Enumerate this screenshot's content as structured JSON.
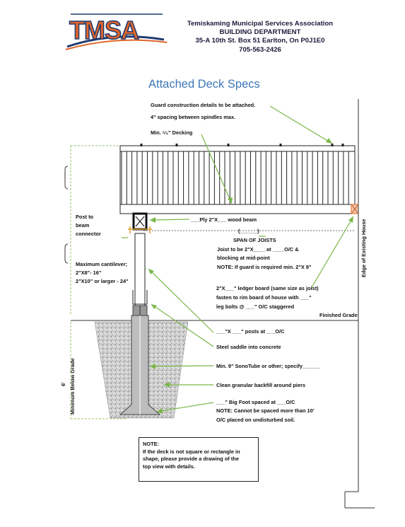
{
  "logo": {
    "text": "TMSA"
  },
  "org": {
    "line1": "Temiskaming Municipal Services Association",
    "line2": "BUILDING DEPARTMENT",
    "line3": "35-A 10th St. Box 51 Earlton, On P0J1E0",
    "line4": "705-563-2426"
  },
  "title": "Attached Deck Specs",
  "labels": {
    "guard": "Guard construction details to be attached.",
    "spindles": "4\" spacing between spindles max.",
    "decking": "Min. ⁵⁄₄\" Decking",
    "post_to": "Post to",
    "beam": "beam",
    "connector": "connector",
    "ply_beam": "___Ply 2\"X___ wood beam",
    "span_blank": "(______)",
    "span": "SPAN OF JOISTS",
    "joist1": "Joist to be 2\"X____ at ____O/C &",
    "joist2": "blocking at mid-point",
    "joist3": "NOTE: If guard is required min. 2\"X 8\"",
    "cant1": "Maximum cantilever;",
    "cant2": "2\"X8\"- 16\"",
    "cant3": "2\"X10\" or larger - 24\"",
    "ledger1": "2\"X___\" ledger board (same size as joist)",
    "ledger2": "fasten to rim board of house with ___\"",
    "ledger3": "leg bolts @ ___\" O/C staggered",
    "finished_grade": "Finished Grade",
    "edge_house": "Edge of Existing House",
    "posts": "___\"X ___\" posts at ___O/C",
    "saddle": "Steel saddle into concrete",
    "sonotube": "Min. 9\" SonoTube or other; specify______",
    "backfill": "Clean granular backfill around piers",
    "bigfoot1": "___\" Big Foot spaced at ___O/C",
    "bigfoot2": "NOTE: Cannot be spaced more than 10'",
    "bigfoot3": "O/C placed on undisturbed soil.",
    "depth": "6'",
    "min_below": "Minimum Below Grade"
  },
  "note_box": {
    "heading": "NOTE:",
    "body1": "If the deck is not square or rectangle in",
    "body2": "shape, please provide a drawing of the",
    "body3": "top view with details."
  },
  "colors": {
    "title": "#3e77b8",
    "arrow": "#7ab648",
    "logo_orange": "#e0652a",
    "logo_navy": "#1f3a6e",
    "dims": "#9ac36a"
  }
}
